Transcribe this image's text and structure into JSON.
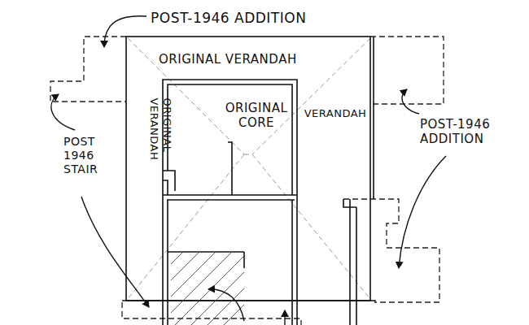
{
  "diagram": {
    "labels": [
      "POST-1946 ADDITION",
      "ORIGINAL VERANDAH",
      "ORIGINAL CORE",
      "VERANDAH",
      "ORIGINAL VERANDAH",
      "POST 1946 STAIR",
      "POST-1946 ADDITION"
    ]
  }
}
